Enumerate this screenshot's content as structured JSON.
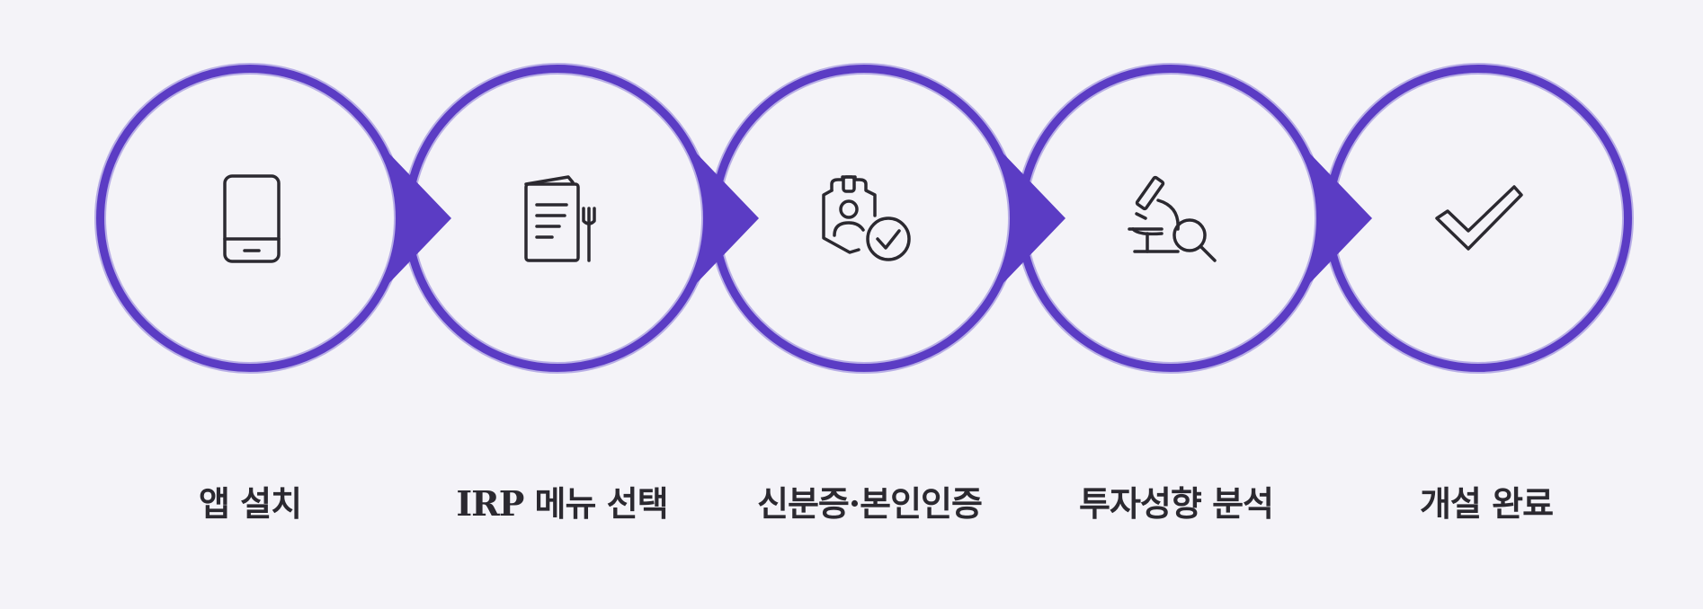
{
  "colors": {
    "background": "#f4f3f8",
    "ring": "#5b3cc4",
    "icon_stroke": "#2b2930",
    "label_text": "#2b2930"
  },
  "steps": [
    {
      "label": "앱 설치",
      "icon": "mobile-phone-icon"
    },
    {
      "label": "IRP 메뉴 선택",
      "icon": "menu-card-icon"
    },
    {
      "label": "신분증·본인인증",
      "icon": "id-badge-verified-icon"
    },
    {
      "label": "투자성향 분석",
      "icon": "microscope-search-icon"
    },
    {
      "label": "개설 완료",
      "icon": "checkmark-icon"
    }
  ]
}
